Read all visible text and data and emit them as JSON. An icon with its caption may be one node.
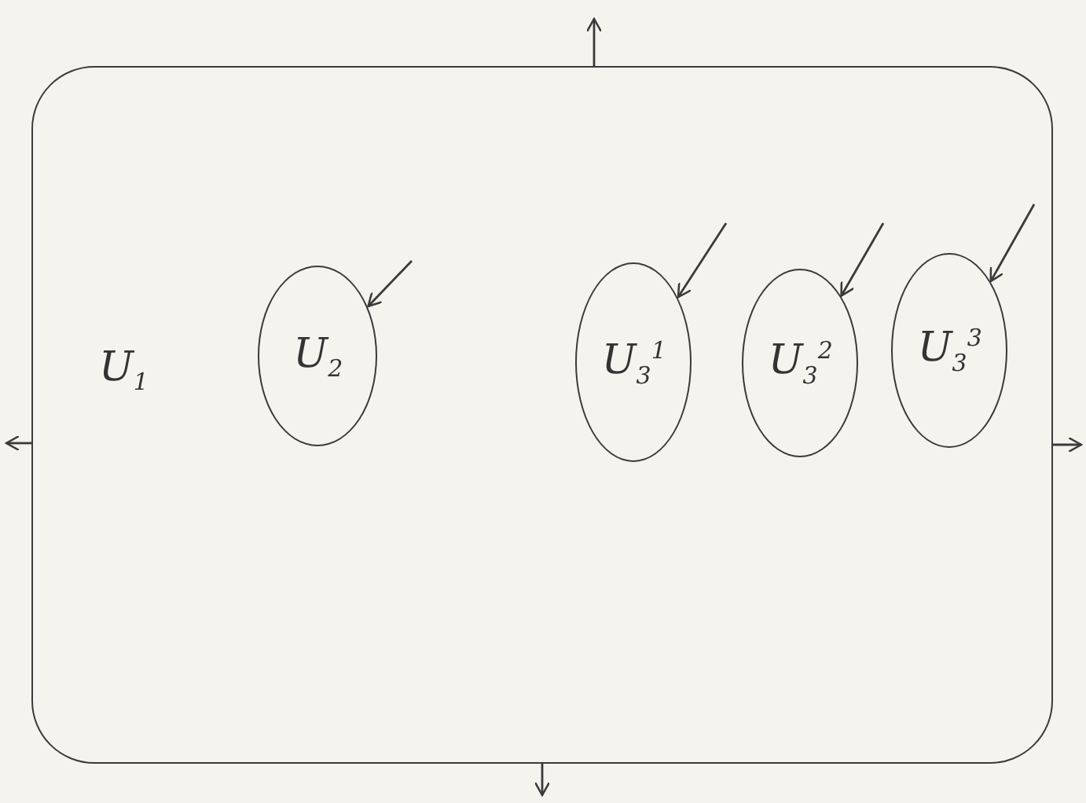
{
  "diagram": {
    "nodes": [
      {
        "text": [
          "U$_{1}$"
        ]
      },
      {
        "text": [
          "U$_{2}$"
        ],
        "in": 0
      },
      {
        "text": [
          "U$_{3}$$^{1}$"
        ],
        "in": 0
      },
      {
        "text": [
          "U$_{3}$$^{2}$"
        ],
        "in": 0
      },
      {
        "text": [
          "U$_{3}$$^{3}$"
        ],
        "in": 0
      }
    ],
    "edges": [
      {
        "from": 0,
        "to": null,
        "arrow": "to"
      },
      {
        "from": 0,
        "to": null,
        "arrow": "to"
      },
      {
        "from": 0,
        "to": null,
        "arrow": "to"
      },
      {
        "from": 0,
        "to": null,
        "arrow": "to"
      },
      {
        "from": null,
        "to": 1,
        "arrow": "to"
      },
      {
        "from": null,
        "to": 2,
        "arrow": "to"
      },
      {
        "from": null,
        "to": 3,
        "arrow": "to"
      },
      {
        "from": null,
        "to": 4,
        "arrow": "to"
      }
    ]
  }
}
